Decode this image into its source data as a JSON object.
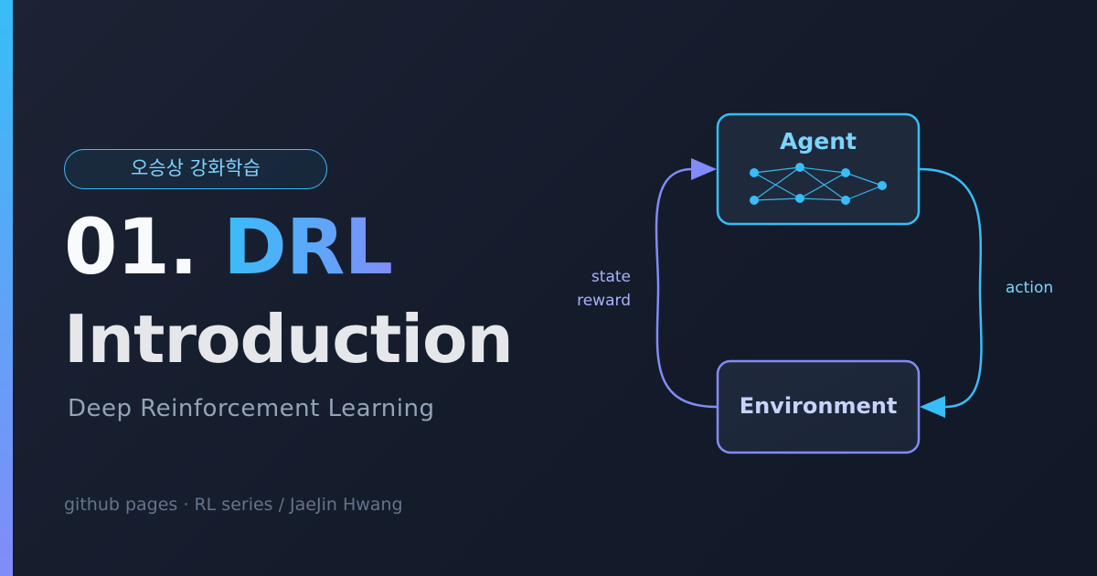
{
  "series_tag": "오승상 강화학습",
  "title": {
    "number": "01.",
    "highlight": "DRL",
    "line2": "Introduction"
  },
  "subtitle": "Deep Reinforcement Learning",
  "footer": {
    "source": "github pages",
    "separator": "·",
    "series": "RL series / JaeJin Hwang"
  },
  "diagram": {
    "agent_label": "Agent",
    "environment_label": "Environment",
    "action_label": "action",
    "feedback_label_1": "state",
    "feedback_label_2": "reward"
  },
  "colors": {
    "accent_cyan": "#38bdf8",
    "accent_indigo": "#818cf8",
    "background": "#141b2b"
  }
}
